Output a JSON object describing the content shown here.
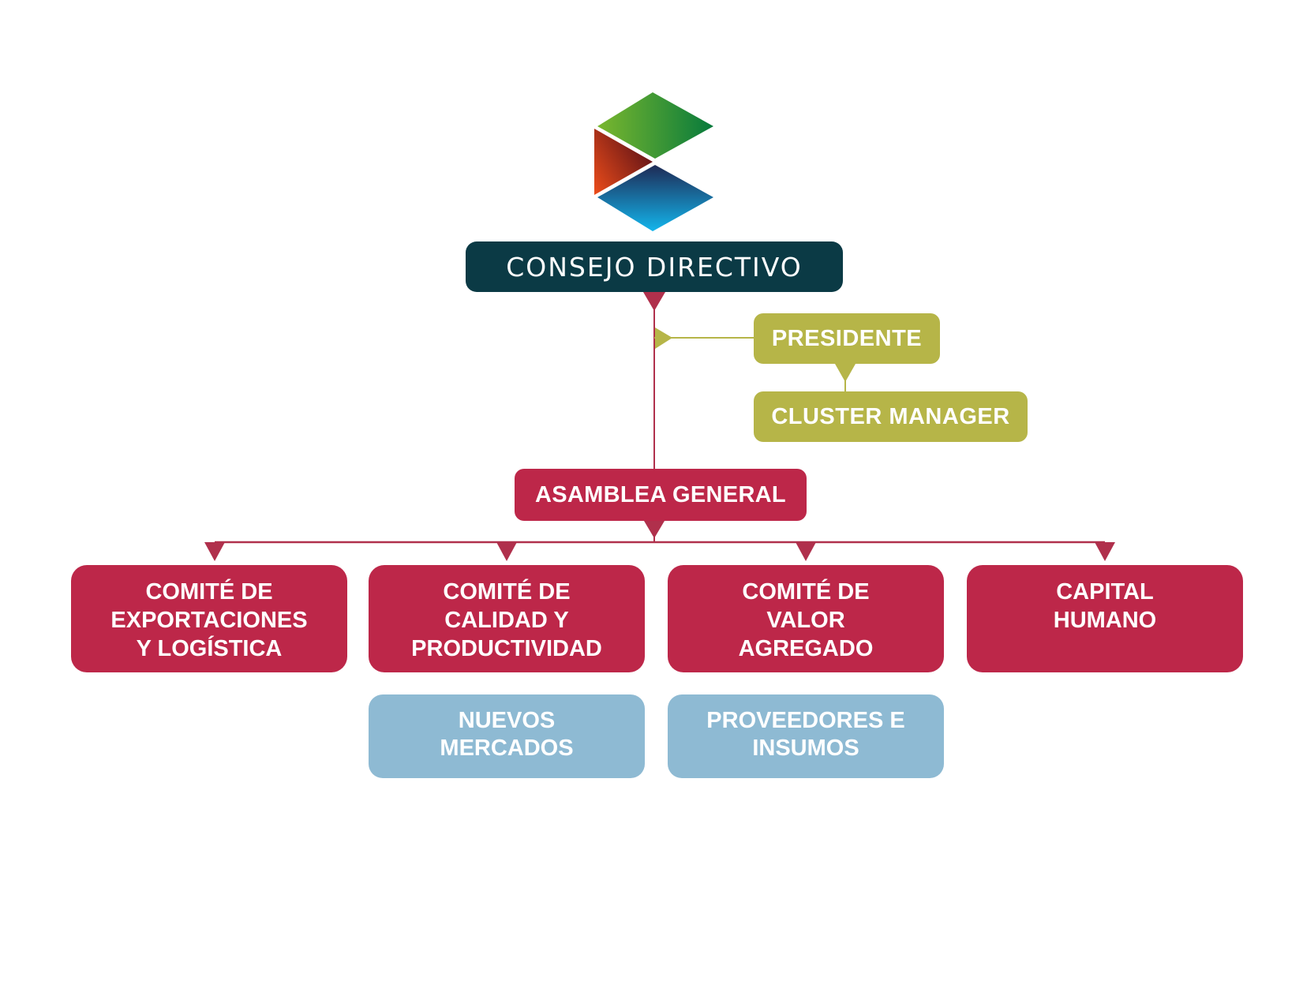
{
  "logo": {
    "name": "cluster-logo",
    "colors": {
      "green_start": "#7ab72e",
      "green_end": "#077a3c",
      "red_start": "#ed4d1a",
      "red_end": "#5c1117",
      "blue_start": "#1e2a55",
      "blue_end": "#13b5ec"
    }
  },
  "nodes": {
    "consejo": {
      "label": "CONSEJO DIRECTIVO"
    },
    "presidente": {
      "label": "PRESIDENTE"
    },
    "cluster_manager": {
      "label": "CLUSTER MANAGER"
    },
    "asamblea": {
      "label": "ASAMBLEA GENERAL"
    },
    "comites": [
      {
        "lines": [
          "COMITÉ DE",
          "EXPORTACIONES",
          "Y LOGÍSTICA"
        ]
      },
      {
        "lines": [
          "COMITÉ DE",
          "CALIDAD Y",
          "PRODUCTIVIDAD"
        ]
      },
      {
        "lines": [
          "COMITÉ DE",
          "VALOR",
          "AGREGADO"
        ]
      },
      {
        "lines": [
          "CAPITAL",
          "HUMANO"
        ]
      }
    ],
    "subcomites": [
      {
        "lines": [
          "NUEVOS",
          "MERCADOS"
        ]
      },
      {
        "lines": [
          "PROVEEDORES E",
          "INSUMOS"
        ]
      }
    ]
  },
  "colors": {
    "consejo": "#0b3a45",
    "olive": "#b6b548",
    "crimson": "#bd2749",
    "connector": "#b0304c",
    "light_blue": "#8ebad3"
  }
}
